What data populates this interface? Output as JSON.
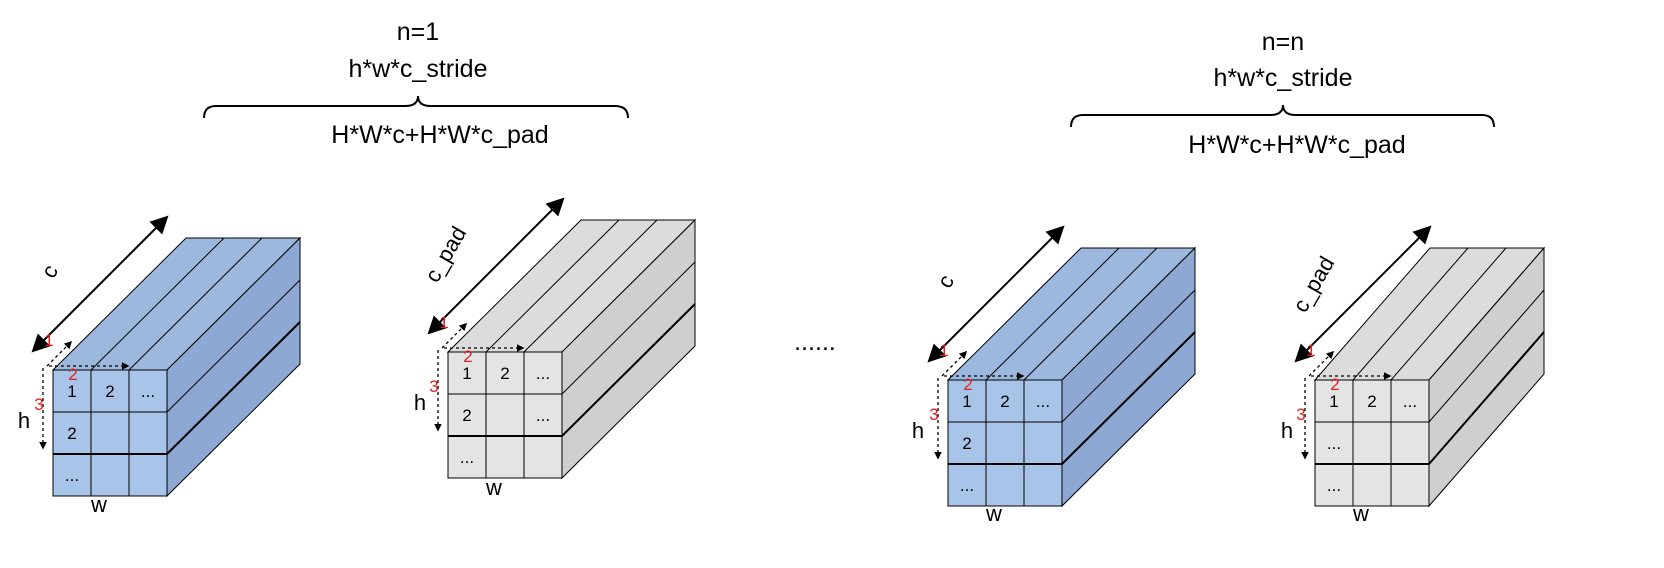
{
  "ellipsis": "......",
  "groups": [
    {
      "n_label": "n=1",
      "stride_label": "h*w*c_stride",
      "size_label": "H*W*c+H*W*c_pad"
    },
    {
      "n_label": "n=n",
      "stride_label": "h*w*c_stride",
      "size_label": "H*W*c+H*W*c_pad"
    }
  ],
  "blocks": [
    {
      "kind": "data",
      "depth_label": "c",
      "h_label": "h",
      "w_label": "w",
      "order": [
        "1",
        "2",
        "3"
      ],
      "cells": [
        [
          "1",
          "2",
          "..."
        ],
        [
          "2",
          "",
          ""
        ],
        [
          "...",
          "",
          ""
        ]
      ],
      "colors": {
        "front": "#a8c4e8",
        "top": "#9db8de",
        "side": "#8ea8d4"
      }
    },
    {
      "kind": "pad",
      "depth_label": "c_pad",
      "h_label": "h",
      "w_label": "w",
      "order": [
        "1",
        "2",
        "3"
      ],
      "cells": [
        [
          "1",
          "2",
          "..."
        ],
        [
          "2",
          "",
          "..."
        ],
        [
          "...",
          "",
          ""
        ]
      ],
      "colors": {
        "front": "#e4e4e4",
        "top": "#dcdcdc",
        "side": "#cfcfcf"
      }
    },
    {
      "kind": "data",
      "depth_label": "c",
      "h_label": "h",
      "w_label": "w",
      "order": [
        "1",
        "2",
        "3"
      ],
      "cells": [
        [
          "1",
          "2",
          "..."
        ],
        [
          "2",
          "",
          ""
        ],
        [
          "...",
          "",
          ""
        ]
      ],
      "colors": {
        "front": "#a8c4e8",
        "top": "#9db8de",
        "side": "#8ea8d4"
      }
    },
    {
      "kind": "pad",
      "depth_label": "c_pad",
      "h_label": "h",
      "w_label": "w",
      "order": [
        "1",
        "2",
        "3"
      ],
      "cells": [
        [
          "1",
          "2",
          "..."
        ],
        [
          "...",
          "",
          ""
        ],
        [
          "...",
          "",
          ""
        ]
      ],
      "colors": {
        "front": "#e4e4e4",
        "top": "#dcdcdc",
        "side": "#cfcfcf"
      }
    }
  ]
}
